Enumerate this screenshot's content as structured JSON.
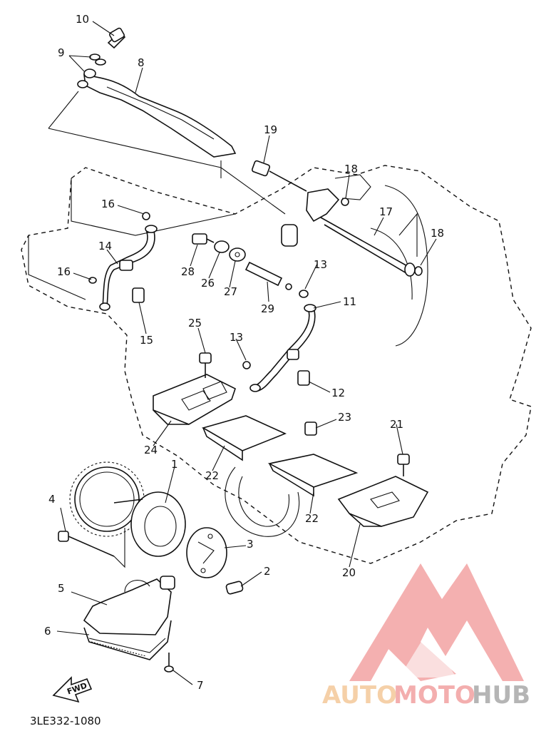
{
  "diagram": {
    "drawing_code": "3LE332-1080",
    "fwd_label": "FWD",
    "parts": [
      {
        "id": "p1",
        "label": "1"
      },
      {
        "id": "p2",
        "label": "2"
      },
      {
        "id": "p3",
        "label": "3"
      },
      {
        "id": "p4",
        "label": "4"
      },
      {
        "id": "p5",
        "label": "5"
      },
      {
        "id": "p6",
        "label": "6"
      },
      {
        "id": "p7",
        "label": "7"
      },
      {
        "id": "p8",
        "label": "8"
      },
      {
        "id": "p9",
        "label": "9"
      },
      {
        "id": "p10",
        "label": "10"
      },
      {
        "id": "p11",
        "label": "11"
      },
      {
        "id": "p12",
        "label": "12"
      },
      {
        "id": "p13a",
        "label": "13"
      },
      {
        "id": "p13b",
        "label": "13"
      },
      {
        "id": "p14",
        "label": "14"
      },
      {
        "id": "p15",
        "label": "15"
      },
      {
        "id": "p16a",
        "label": "16"
      },
      {
        "id": "p16b",
        "label": "16"
      },
      {
        "id": "p17",
        "label": "17"
      },
      {
        "id": "p18a",
        "label": "18"
      },
      {
        "id": "p18b",
        "label": "18"
      },
      {
        "id": "p19",
        "label": "19"
      },
      {
        "id": "p20",
        "label": "20"
      },
      {
        "id": "p21",
        "label": "21"
      },
      {
        "id": "p22a",
        "label": "22"
      },
      {
        "id": "p22b",
        "label": "22"
      },
      {
        "id": "p23",
        "label": "23"
      },
      {
        "id": "p24",
        "label": "24"
      },
      {
        "id": "p25",
        "label": "25"
      },
      {
        "id": "p26",
        "label": "26"
      },
      {
        "id": "p27",
        "label": "27"
      },
      {
        "id": "p28",
        "label": "28"
      },
      {
        "id": "p29",
        "label": "29"
      }
    ]
  },
  "watermark": {
    "part1": "AUTO",
    "part2": "MOTO",
    "part3": "HUB",
    "colors": {
      "auto": "#f4c89a",
      "moto": "#f1a0a0",
      "hub": "#a9a9a9",
      "logo": "#f3a3a3"
    }
  }
}
